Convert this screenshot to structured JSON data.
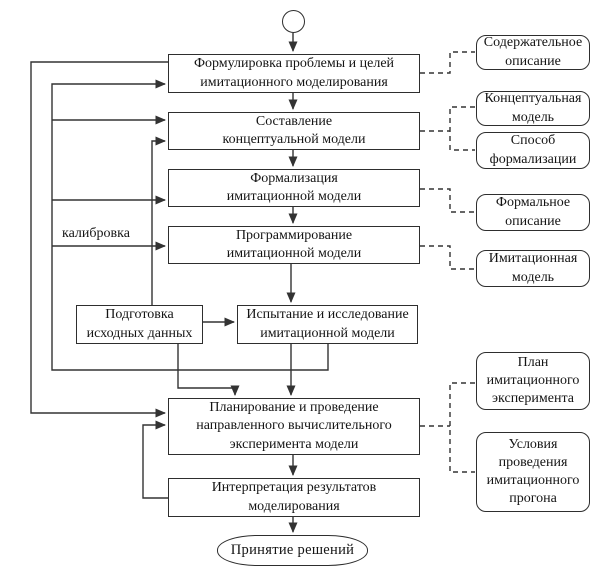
{
  "diagram": {
    "steps": [
      {
        "id": "formulate-problem",
        "lines": [
          "Формулировка проблемы и целей",
          "имитационного моделирования"
        ]
      },
      {
        "id": "conceptual-model",
        "lines": [
          "Составление",
          "концептуальной модели"
        ]
      },
      {
        "id": "formalization",
        "lines": [
          "Формализация",
          "имитационной модели"
        ]
      },
      {
        "id": "programming",
        "lines": [
          "Программирование",
          "имитационной модели"
        ]
      },
      {
        "id": "data-preparation",
        "lines": [
          "Подготовка",
          "исходных данных"
        ]
      },
      {
        "id": "testing-research",
        "lines": [
          "Испытание и исследование",
          "имитационной модели"
        ]
      },
      {
        "id": "experiment-planning",
        "lines": [
          "Планирование и проведение",
          "направленного вычислительного",
          "эксперимента модели"
        ]
      },
      {
        "id": "interpretation",
        "lines": [
          "Интерпретация результатов",
          "моделирования"
        ]
      }
    ],
    "artifacts": [
      {
        "id": "content-description",
        "lines": [
          "Содержательное",
          "описание"
        ]
      },
      {
        "id": "concept-model",
        "lines": [
          "Концептуальная",
          "модель"
        ]
      },
      {
        "id": "formalization-way",
        "lines": [
          "Способ",
          "формализации"
        ]
      },
      {
        "id": "formal-description",
        "lines": [
          "Формальное",
          "описание"
        ]
      },
      {
        "id": "simulation-model",
        "lines": [
          "Имитационная",
          "модель"
        ]
      },
      {
        "id": "experiment-plan",
        "lines": [
          "План",
          "имитационного",
          "эксперимента"
        ]
      },
      {
        "id": "run-conditions",
        "lines": [
          "Условия",
          "проведения",
          "имитационного",
          "прогона"
        ]
      }
    ],
    "edge_label": "калибровка",
    "terminal_label": "Принятие решений",
    "colors": {
      "line": "#333333",
      "text": "#141414",
      "background": "#ffffff"
    }
  }
}
